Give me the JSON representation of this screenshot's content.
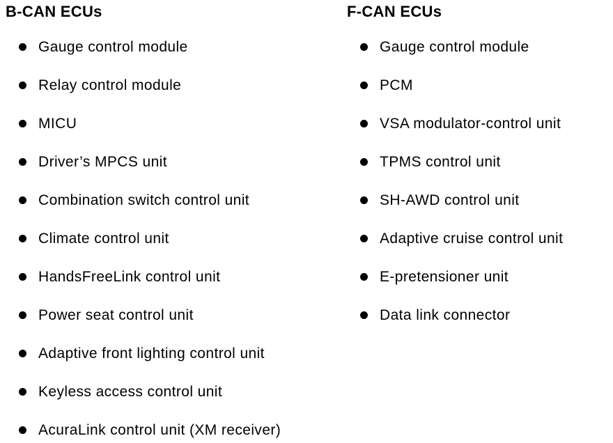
{
  "colors": {
    "text": "#000000",
    "background": "#ffffff"
  },
  "columns": [
    {
      "title": "B-CAN ECUs",
      "items": [
        "Gauge control module",
        "Relay control module",
        "MICU",
        "Driver’s MPCS unit",
        "Combination switch control unit",
        "Climate control unit",
        "HandsFreeLink control unit",
        "Power seat control unit",
        "Adaptive front lighting control unit",
        "Keyless access control unit",
        "AcuraLink control unit (XM receiver)"
      ]
    },
    {
      "title": "F-CAN ECUs",
      "items": [
        "Gauge control module",
        "PCM",
        "VSA modulator-control unit",
        "TPMS control unit",
        "SH-AWD control unit",
        "Adaptive cruise control unit",
        "E-pretensioner unit",
        "Data link connector"
      ]
    }
  ]
}
